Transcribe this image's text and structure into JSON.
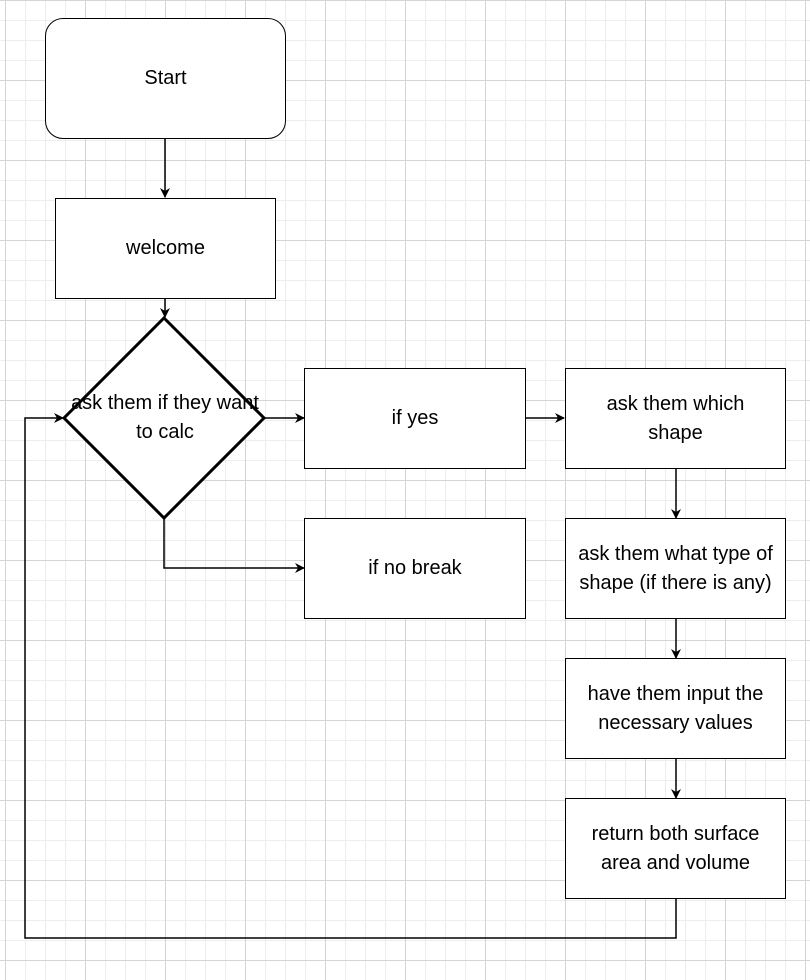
{
  "diagram": {
    "type": "flowchart",
    "nodes": {
      "start": "Start",
      "welcome": "welcome",
      "ask_calc": "ask them if they want to calc",
      "if_yes": "if yes",
      "if_no": "if no break",
      "ask_shape": "ask them which shape",
      "ask_type": "ask them what type of shape (if there is any)",
      "input_values": "have them input the necessary values",
      "return_results": "return both surface area and volume"
    },
    "edges": [
      {
        "from": "start",
        "to": "welcome"
      },
      {
        "from": "welcome",
        "to": "ask_calc"
      },
      {
        "from": "ask_calc",
        "to": "if_yes"
      },
      {
        "from": "ask_calc",
        "to": "if_no"
      },
      {
        "from": "if_yes",
        "to": "ask_shape"
      },
      {
        "from": "ask_shape",
        "to": "ask_type"
      },
      {
        "from": "ask_type",
        "to": "input_values"
      },
      {
        "from": "input_values",
        "to": "return_results"
      },
      {
        "from": "return_results",
        "to": "ask_calc"
      }
    ]
  }
}
